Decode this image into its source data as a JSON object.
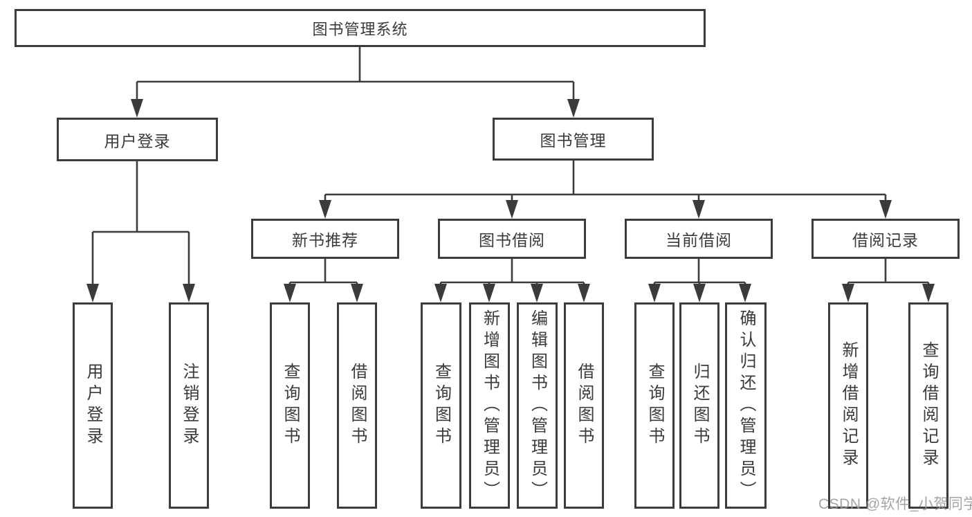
{
  "colors": {
    "line": "#3b3b3b",
    "text": "#3a3a3a",
    "background": "#ffffff",
    "watermark": "#9b9b9b"
  },
  "watermark": {
    "text": "CSDN @软件_小贺同学"
  },
  "diagram": {
    "root": {
      "label": "图书管理系统"
    },
    "branches": [
      {
        "label": "用户登录",
        "children": [
          {
            "label": "用户登录"
          },
          {
            "label": "注销登录"
          }
        ]
      },
      {
        "label": "图书管理",
        "children": [
          {
            "label": "新书推荐",
            "children": [
              {
                "label": "查询图书"
              },
              {
                "label": "借阅图书"
              }
            ]
          },
          {
            "label": "图书借阅",
            "children": [
              {
                "label": "查询图书"
              },
              {
                "label": "新增图书（管理员）"
              },
              {
                "label": "编辑图书（管理员）"
              },
              {
                "label": "借阅图书"
              }
            ]
          },
          {
            "label": "当前借阅",
            "children": [
              {
                "label": "查询图书"
              },
              {
                "label": "归还图书"
              },
              {
                "label": "确认归还（管理员）"
              }
            ]
          },
          {
            "label": "借阅记录",
            "children": [
              {
                "label": "新增借阅记录"
              },
              {
                "label": "查询借阅记录"
              }
            ]
          }
        ]
      }
    ]
  }
}
